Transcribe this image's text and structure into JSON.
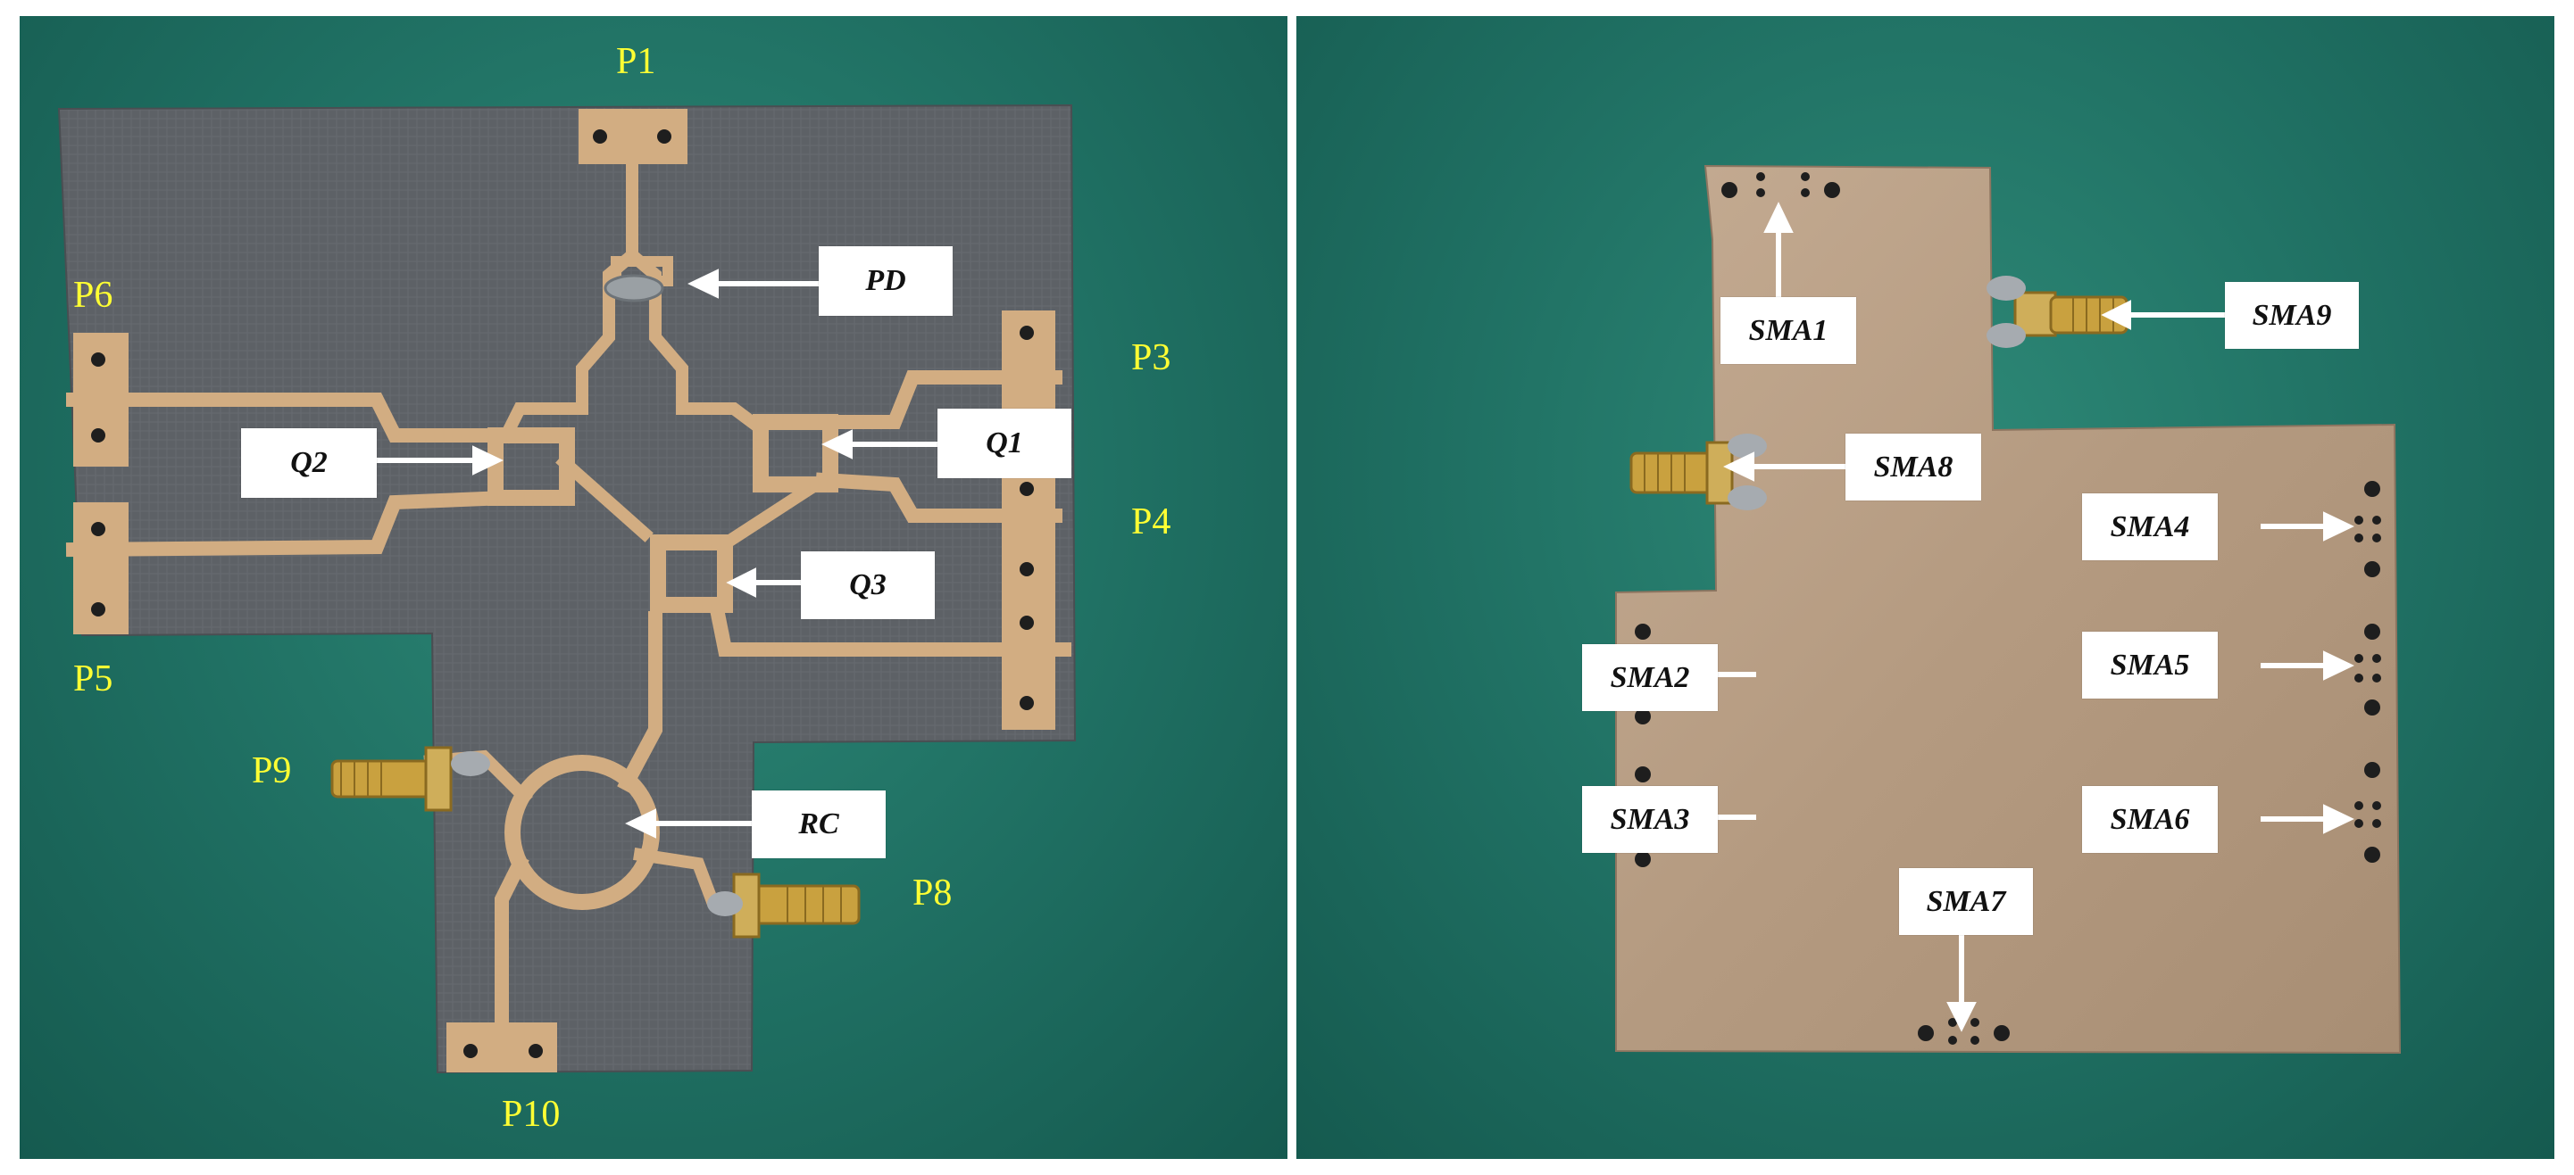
{
  "left_photo": {
    "ports": [
      "P1",
      "P3",
      "P4",
      "P5",
      "P6",
      "P8",
      "P9",
      "P10"
    ],
    "callouts": [
      "PD",
      "Q1",
      "Q2",
      "Q3",
      "RC"
    ]
  },
  "right_photo": {
    "callouts": [
      "SMA1",
      "SMA2",
      "SMA3",
      "SMA4",
      "SMA5",
      "SMA6",
      "SMA7",
      "SMA8",
      "SMA9"
    ]
  },
  "colors": {
    "background": "#1f6f62",
    "substrate": "#5d6166",
    "copper_trace": "#d2ad82",
    "ground_plane": "#b59a80",
    "port_label": "#ffff33",
    "callout_box": "#ffffff"
  }
}
